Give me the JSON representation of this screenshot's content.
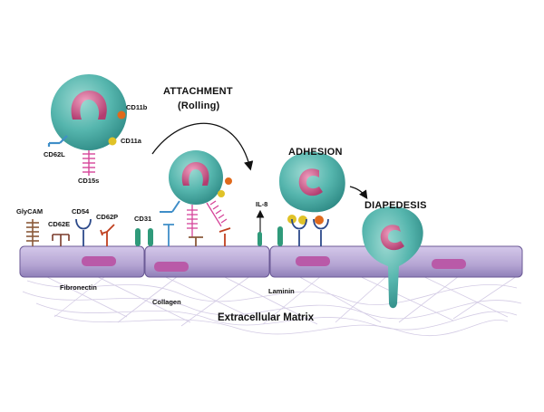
{
  "labels": {
    "attachment": "ATTACHMENT",
    "rolling": "(Rolling)",
    "adhesion": "ADHESION",
    "diapedesis": "DIAPEDESIS",
    "extracellular_matrix": "Extracellular Matrix",
    "fibronectin": "Fibronectin",
    "collagen": "Collagen",
    "laminin": "Laminin",
    "il8": "IL-8"
  },
  "molecules": {
    "cd11b": "CD11b",
    "cd11a": "CD11a",
    "cd62l": "CD62L",
    "cd15s": "CD15s",
    "glycam": "GlyCAM",
    "cd62e": "CD62E",
    "cd54": "CD54",
    "cd62p": "CD62P",
    "cd31": "CD31"
  },
  "colors": {
    "cell": "#56b6ae",
    "cell_dark": "#2f8b86",
    "nucleus": "#cf5a86",
    "endothelium": "#b5a5d3",
    "endothelium_edge": "#6b5a96",
    "endo_nucleus": "#b95aa8",
    "matrix_fiber": "#c9c0dd",
    "selectin_blue": "#3f8ec8",
    "pink_ligand": "#d6459a",
    "orange": "#e06a1c",
    "yellow": "#e0c227",
    "brown": "#8a5a3a",
    "teal_post": "#2f9a7a"
  }
}
